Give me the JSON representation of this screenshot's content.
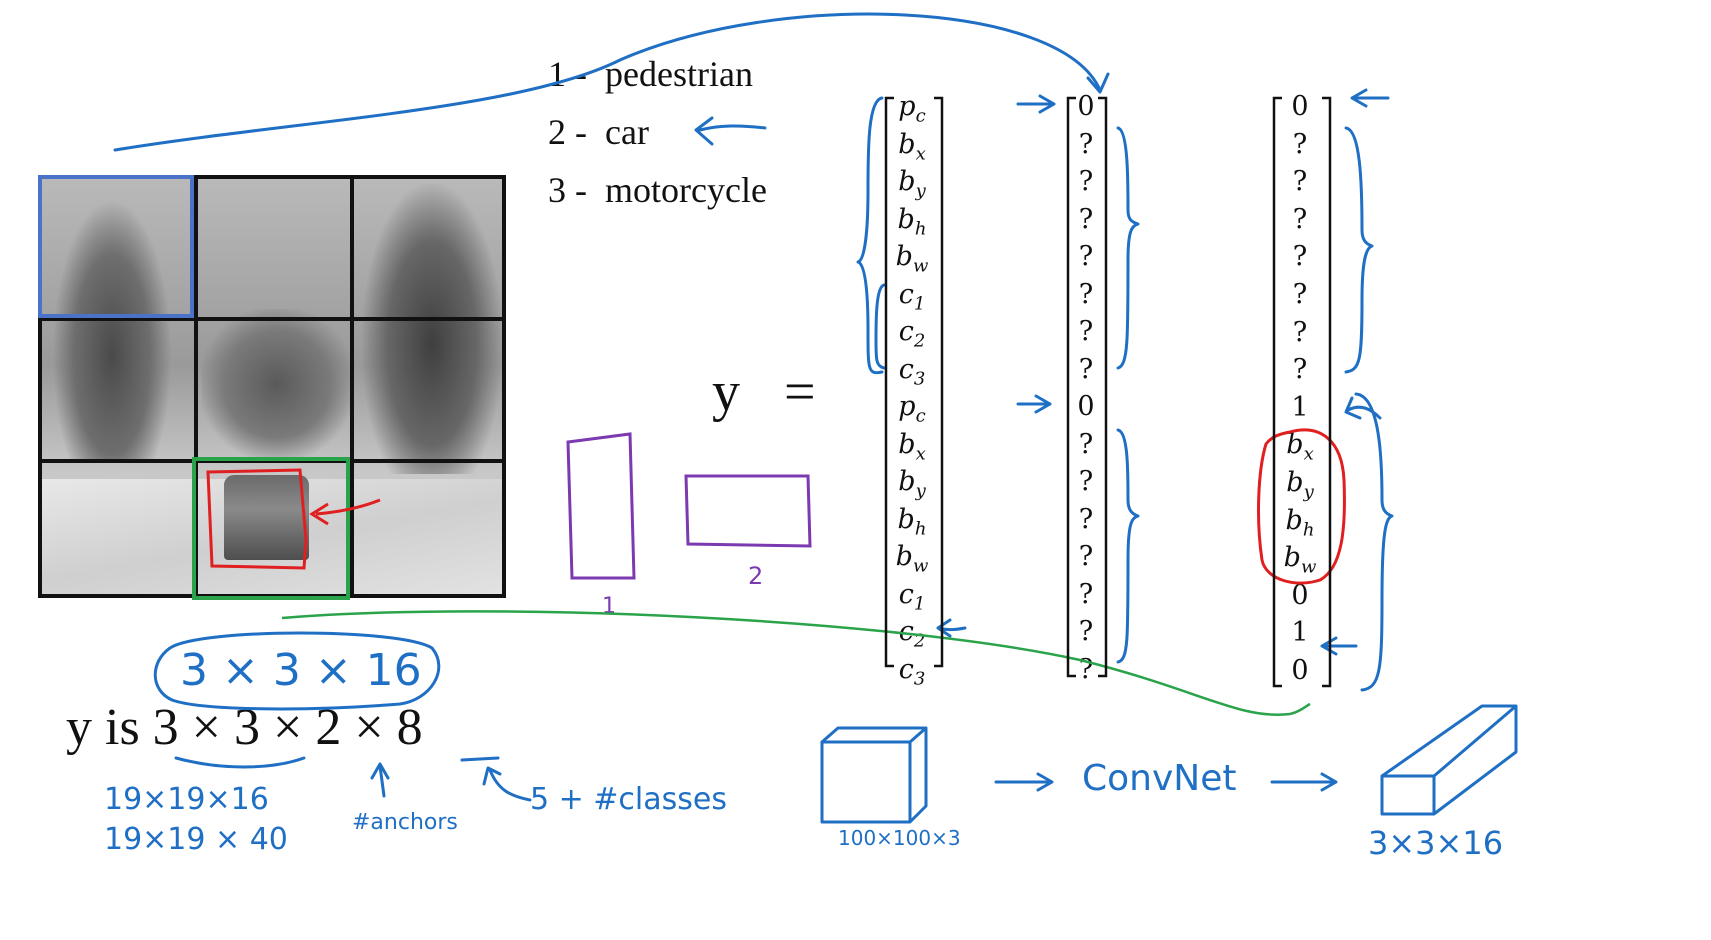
{
  "classes": [
    {
      "num": "1 -",
      "name": "pedestrian"
    },
    {
      "num": "2 -",
      "name": "car"
    },
    {
      "num": "3 -",
      "name": "motorcycle"
    }
  ],
  "equation": {
    "lhs": "y",
    "eq": "="
  },
  "y_vector": [
    {
      "sym": "p",
      "sub": "c"
    },
    {
      "sym": "b",
      "sub": "x"
    },
    {
      "sym": "b",
      "sub": "y"
    },
    {
      "sym": "b",
      "sub": "h"
    },
    {
      "sym": "b",
      "sub": "w"
    },
    {
      "sym": "c",
      "sub": "1"
    },
    {
      "sym": "c",
      "sub": "2"
    },
    {
      "sym": "c",
      "sub": "3"
    },
    {
      "sym": "p",
      "sub": "c"
    },
    {
      "sym": "b",
      "sub": "x"
    },
    {
      "sym": "b",
      "sub": "y"
    },
    {
      "sym": "b",
      "sub": "h"
    },
    {
      "sym": "b",
      "sub": "w"
    },
    {
      "sym": "c",
      "sub": "1"
    },
    {
      "sym": "c",
      "sub": "2"
    },
    {
      "sym": "c",
      "sub": "3"
    }
  ],
  "empty_cell_vector": [
    "0",
    "?",
    "?",
    "?",
    "?",
    "?",
    "?",
    "?",
    "0",
    "?",
    "?",
    "?",
    "?",
    "?",
    "?",
    "?"
  ],
  "car_cell_vector": [
    {
      "sym": "0"
    },
    {
      "sym": "?"
    },
    {
      "sym": "?"
    },
    {
      "sym": "?"
    },
    {
      "sym": "?"
    },
    {
      "sym": "?"
    },
    {
      "sym": "?"
    },
    {
      "sym": "?"
    },
    {
      "sym": "1"
    },
    {
      "sym": "b",
      "sub": "x",
      "italic": true
    },
    {
      "sym": "b",
      "sub": "y",
      "italic": true
    },
    {
      "sym": "b",
      "sub": "h",
      "italic": true
    },
    {
      "sym": "b",
      "sub": "w",
      "italic": true
    },
    {
      "sym": "0"
    },
    {
      "sym": "1"
    },
    {
      "sym": "0"
    }
  ],
  "output_shape": {
    "text": "y  is 3 × 3 × 2 × 8"
  },
  "handwriting": {
    "total_dims": "3 × 3 × 16",
    "grid_19_a": "19×19×16",
    "grid_19_b": "19×19 × 40",
    "anchors_label": "#anchors",
    "classes_label": "5 + #classes",
    "anchor_1": "1",
    "anchor_2": "2",
    "input_dims": "100×100×3",
    "convnet": "ConvNet",
    "output_dims": "3×3×16"
  },
  "colors": {
    "handwriting_blue": "#1f6fc4",
    "highlight_red": "#e02020",
    "highlight_green": "#2aa34a",
    "grid_blue": "#4a72c8",
    "anchor_purple": "#7b3ab0"
  }
}
